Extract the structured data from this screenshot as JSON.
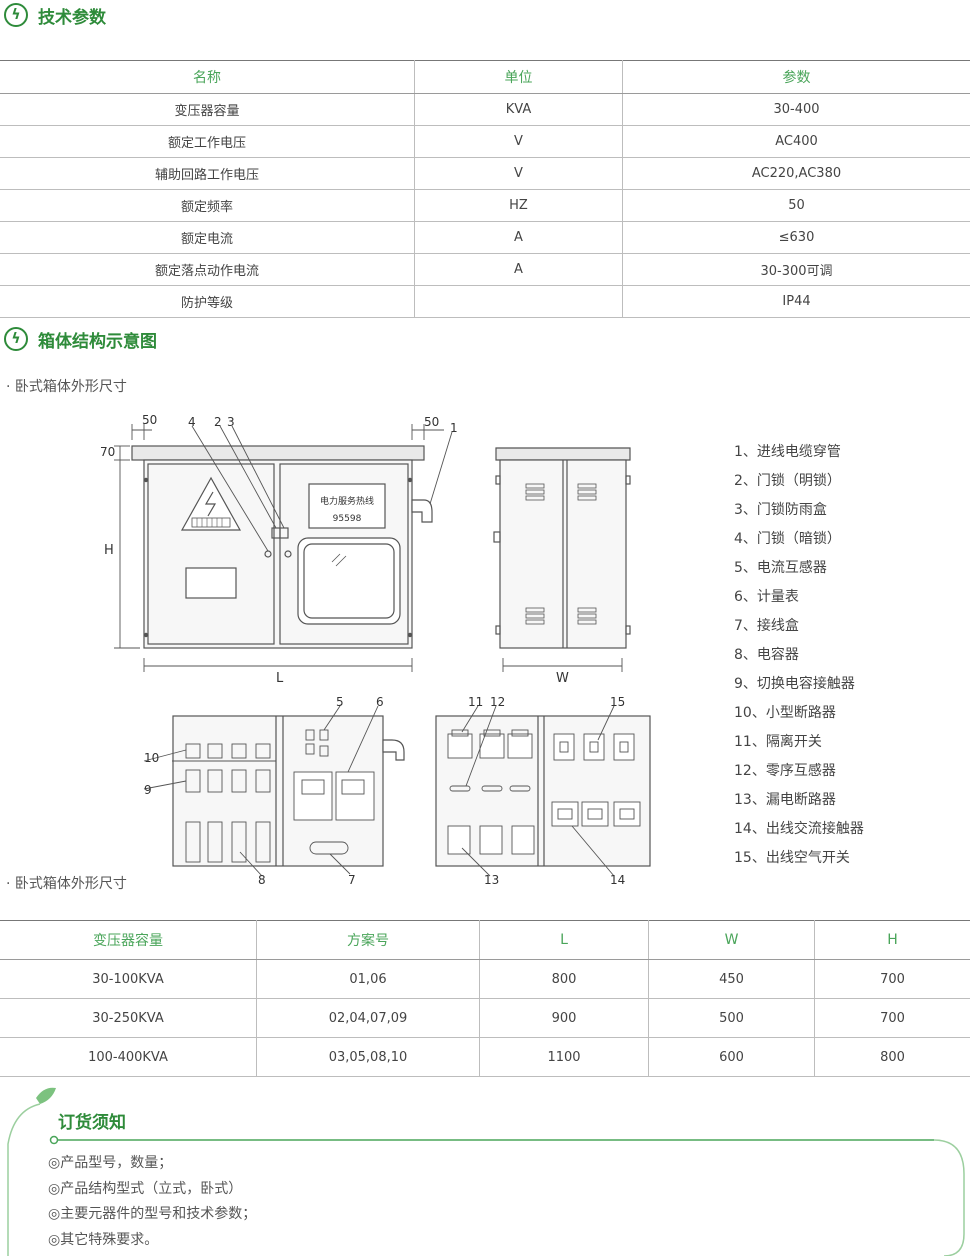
{
  "section1": {
    "title": "技术参数"
  },
  "spec_table": {
    "headers": [
      "名称",
      "单位",
      "参数"
    ],
    "rows": [
      [
        "变压器容量",
        "KVA",
        "30-400"
      ],
      [
        "额定工作电压",
        "V",
        "AC400"
      ],
      [
        "辅助回路工作电压",
        "V",
        "AC220,AC380"
      ],
      [
        "额定频率",
        "HZ",
        "50"
      ],
      [
        "额定电流",
        "A",
        "≤630"
      ],
      [
        "额定落点动作电流",
        "A",
        "30-300可调"
      ],
      [
        "防护等级",
        "",
        "IP44"
      ]
    ]
  },
  "section2": {
    "title": "箱体结构示意图"
  },
  "note1": "· 卧式箱体外形尺寸",
  "note2": "· 卧式箱体外形尺寸",
  "diagram": {
    "dim_50_left": "50",
    "dim_50_right": "50",
    "dim_70": "70",
    "dim_H": "H",
    "dim_L": "L",
    "dim_W": "W",
    "sign_title": "电力服务热线",
    "sign_number": "95598",
    "callouts": [
      "1",
      "2",
      "3",
      "4",
      "5",
      "6",
      "7",
      "8",
      "9",
      "10",
      "11",
      "12",
      "13",
      "14",
      "15"
    ]
  },
  "legend": [
    "1、进线电缆穿管",
    "2、门锁（明锁）",
    "3、门锁防雨盒",
    "4、门锁（暗锁）",
    "5、电流互感器",
    "6、计量表",
    "7、接线盒",
    "8、电容器",
    "9、切换电容接触器",
    "10、小型断路器",
    "11、隔离开关",
    "12、零序互感器",
    "13、漏电断路器",
    "14、出线交流接触器",
    "15、出线空气开关"
  ],
  "dim_table": {
    "headers": [
      "变压器容量",
      "方案号",
      "L",
      "W",
      "H"
    ],
    "rows": [
      [
        "30-100KVA",
        "01,06",
        "800",
        "450",
        "700"
      ],
      [
        "30-250KVA",
        "02,04,07,09",
        "900",
        "500",
        "700"
      ],
      [
        "100-400KVA",
        "03,05,08,10",
        "1100",
        "600",
        "800"
      ]
    ]
  },
  "order": {
    "title": "订货须知",
    "items": [
      "◎产品型号，数量；",
      "◎产品结构型式（立式，卧式）",
      "◎主要元器件的型号和技术参数；",
      "◎其它特殊要求。"
    ]
  },
  "colors": {
    "accent": "#2e8b3a",
    "header_text": "#4aa55a",
    "line": "#555555"
  }
}
